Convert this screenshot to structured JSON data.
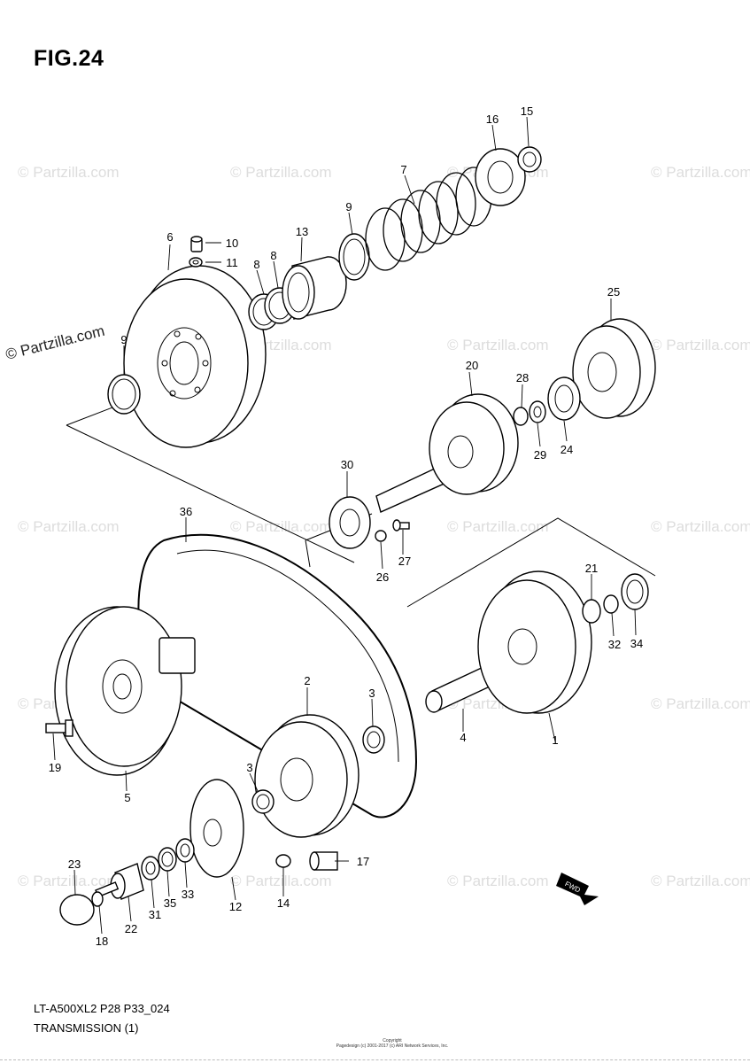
{
  "figure": {
    "title": "FIG.24",
    "model_code": "LT-A500XL2 P28 P33_024",
    "section_title": "TRANSMISSION (1)",
    "copyright_heading": "Copyright",
    "copyright_line": "Pagedesign (c) 2001-2017 (c) ARI Network Services, Inc."
  },
  "watermark": "© Partzilla.com",
  "fwd_label": "FWD",
  "parts": [
    {
      "id": "p1",
      "number": "1"
    },
    {
      "id": "p2",
      "number": "2"
    },
    {
      "id": "p3a",
      "number": "3"
    },
    {
      "id": "p3b",
      "number": "3"
    },
    {
      "id": "p4",
      "number": "4"
    },
    {
      "id": "p5",
      "number": "5"
    },
    {
      "id": "p6",
      "number": "6"
    },
    {
      "id": "p7",
      "number": "7"
    },
    {
      "id": "p8a",
      "number": "8"
    },
    {
      "id": "p8b",
      "number": "8"
    },
    {
      "id": "p9a",
      "number": "9"
    },
    {
      "id": "p9b",
      "number": "9"
    },
    {
      "id": "p10",
      "number": "10"
    },
    {
      "id": "p11",
      "number": "11"
    },
    {
      "id": "p12",
      "number": "12"
    },
    {
      "id": "p13",
      "number": "13"
    },
    {
      "id": "p14",
      "number": "14"
    },
    {
      "id": "p15",
      "number": "15"
    },
    {
      "id": "p16",
      "number": "16"
    },
    {
      "id": "p17",
      "number": "17"
    },
    {
      "id": "p18",
      "number": "18"
    },
    {
      "id": "p19",
      "number": "19"
    },
    {
      "id": "p20",
      "number": "20"
    },
    {
      "id": "p21",
      "number": "21"
    },
    {
      "id": "p22",
      "number": "22"
    },
    {
      "id": "p23",
      "number": "23"
    },
    {
      "id": "p24",
      "number": "24"
    },
    {
      "id": "p25",
      "number": "25"
    },
    {
      "id": "p26",
      "number": "26"
    },
    {
      "id": "p27",
      "number": "27"
    },
    {
      "id": "p28",
      "number": "28"
    },
    {
      "id": "p29",
      "number": "29"
    },
    {
      "id": "p30",
      "number": "30"
    },
    {
      "id": "p31",
      "number": "31"
    },
    {
      "id": "p32",
      "number": "32"
    },
    {
      "id": "p33",
      "number": "33"
    },
    {
      "id": "p34",
      "number": "34"
    },
    {
      "id": "p35",
      "number": "35"
    },
    {
      "id": "p36",
      "number": "36"
    }
  ]
}
